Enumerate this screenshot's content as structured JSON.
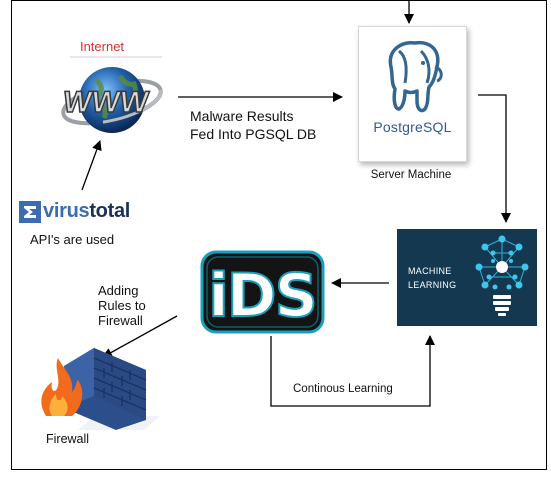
{
  "diagram": {
    "internet_label": "Internet",
    "malware_label_line1": "Malware Results",
    "malware_label_line2": "Fed Into PGSQL DB",
    "postgres_logo_text": "PostgreSQL",
    "server_label": "Server Machine",
    "virustotal_virus": "virus",
    "virustotal_total": "total",
    "api_label": "API's are used",
    "ml_line1": "MACHINE",
    "ml_line2": "LEARNING",
    "ids_logo_text": "iDS",
    "rules_label": "Adding Rules to Firewall",
    "learning_label": "Continous Learning",
    "firewall_label": "Firewall",
    "www_logo_text": "WWW"
  },
  "colors": {
    "internet_label": "#d9312b",
    "ml_background": "#14384f",
    "ids_teal": "#1aa0bb",
    "postgres_blue": "#336791",
    "firewall_flame": "#f26a1b"
  }
}
